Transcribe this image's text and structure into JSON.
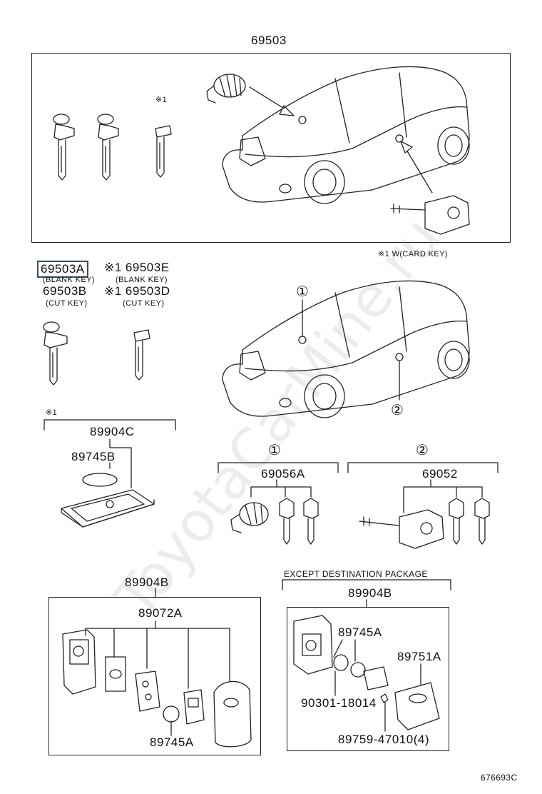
{
  "watermark": "ToyotaCarMine.ru",
  "top": {
    "part": "69503",
    "card_key_note": "※1 W(CARD KEY)",
    "mark": "※1"
  },
  "keys": {
    "a": "69503A",
    "a_sub": "(BLANK KEY)",
    "b": "69503B",
    "b_sub": "(CUT KEY)",
    "e": "※1 69503E",
    "e_sub": "(BLANK KEY)",
    "d": "※1 69503D",
    "d_sub": "(CUT KEY)"
  },
  "car2": {
    "c1": "①",
    "c2": "②"
  },
  "card": {
    "mark": "※1",
    "part": "89904C",
    "sub": "89745B"
  },
  "set1": {
    "circle": "①",
    "part": "69056A"
  },
  "set2": {
    "circle": "②",
    "part": "69052"
  },
  "remote": {
    "part": "89904B",
    "sub": "89072A",
    "battery": "89745A"
  },
  "except": {
    "title": "EXCEPT DESTINATION PACKAGE",
    "part": "89904B",
    "battery": "89745A",
    "cover": "89751A",
    "oring": "90301-18014",
    "screw": "89759-47010(4)"
  },
  "diagram_id": "676693C"
}
